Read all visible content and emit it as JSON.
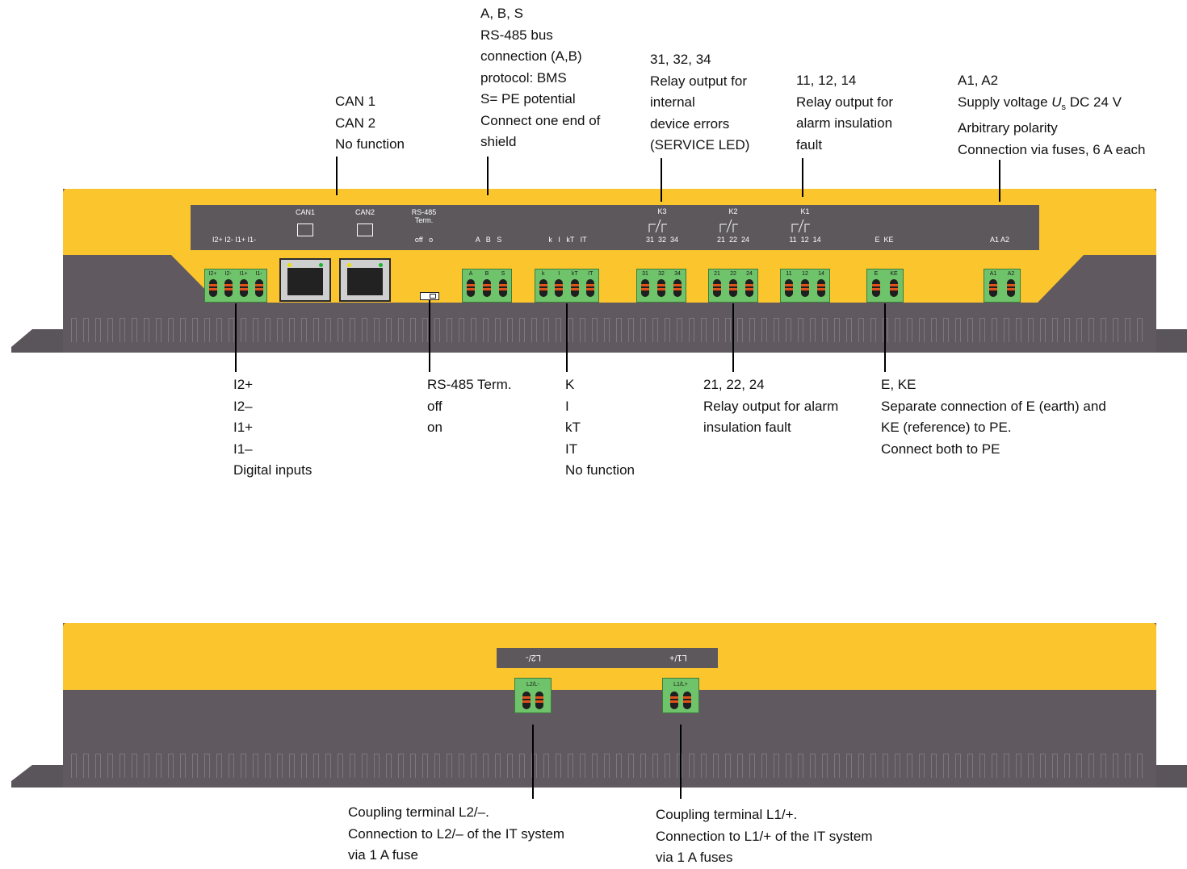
{
  "top_callouts": {
    "can": [
      "CAN 1",
      "CAN 2",
      "No function"
    ],
    "rs485": [
      "A, B, S",
      "RS-485 bus",
      "connection (A,B)",
      "protocol: BMS",
      "S= PE potential",
      "Connect one end of",
      "shield"
    ],
    "k3": [
      "31, 32, 34",
      "Relay output for",
      "internal",
      "device errors",
      "(SERVICE LED)"
    ],
    "k1": [
      "11, 12, 14",
      "Relay output for",
      "alarm insulation",
      "fault"
    ],
    "supply_line1": "A1, A2",
    "supply_line2_prefix": "Supply voltage ",
    "supply_symbol": "U",
    "supply_subscript": "s",
    "supply_line2_suffix": " DC 24 V",
    "supply_rest": [
      "Arbitrary polarity",
      "Connection via fuses, 6 A each"
    ]
  },
  "bottom_callouts": {
    "digital_inputs": [
      "I2+",
      "I2–",
      "I1+",
      "I1–",
      "Digital inputs"
    ],
    "term_switch": [
      "RS-485 Term.",
      "off",
      "on"
    ],
    "kit": [
      "K",
      "I",
      "kT",
      "IT",
      "No function"
    ],
    "k2": [
      "21, 22, 24",
      "Relay output for alarm",
      "insulation fault"
    ],
    "earth": [
      "E, KE",
      "Separate connection of E (earth) and",
      "KE (reference) to PE.",
      "Connect both to PE"
    ]
  },
  "rear_callouts": {
    "l2": [
      "Coupling terminal L2/–.",
      "Connection to L2/– of the IT system",
      "via 1 A fuse"
    ],
    "l1": [
      "Coupling terminal L1/+.",
      "Connection to L1/+ of the IT system",
      "via 1 A fuses"
    ]
  },
  "front_panel_labels": {
    "inputs": "I2+ I2- I1+ I1-",
    "can1": "CAN1",
    "can2": "CAN2",
    "rs485_title": "RS-485",
    "rs485_term": "Term.",
    "rs485_states": "off   o",
    "abs": "A   B   S",
    "kit": "k   I   kT   IT",
    "k3": "K3",
    "k3_pins": "31  32  34",
    "k2": "K2",
    "k2_pins": "21  22  24",
    "k1": "K1",
    "k1_pins": "11  12  14",
    "eke": "E  KE",
    "a1a2": "A1 A2"
  },
  "terminal_labels": {
    "inputs": [
      "I2+",
      "I2-",
      "I1+",
      "I1-"
    ],
    "abs": [
      "A",
      "B",
      "S"
    ],
    "kit": [
      "k",
      "I",
      "kT",
      "IT"
    ],
    "k3": [
      "31",
      "32",
      "34"
    ],
    "k2": [
      "21",
      "22",
      "24"
    ],
    "k1": [
      "11",
      "12",
      "14"
    ],
    "eke": [
      "E",
      "KE"
    ],
    "a1a2": [
      "A1",
      "A2"
    ],
    "l2": "L2/L-",
    "l1": "L1/L+"
  },
  "rear_panel_labels": {
    "l2": "L2/-",
    "l1": "L1/+"
  },
  "colors": {
    "housing_yellow": "#fbc52e",
    "housing_gray": "#605a60",
    "terminal_green": "#6fc36a",
    "pin_orange": "#e0531b"
  }
}
